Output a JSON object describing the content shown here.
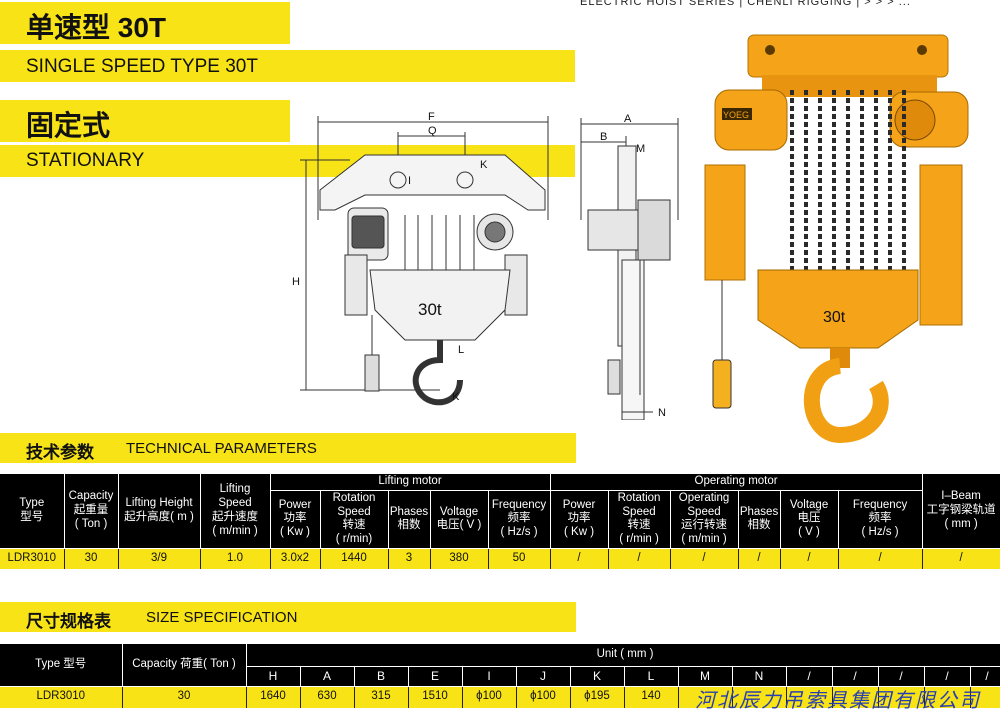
{
  "header": {
    "series_text": "ELECTRIC HOIST SERIES  |  CHENLI RIGGING  |  >  >  >  ..."
  },
  "title": {
    "cn": "单速型 30T",
    "en": "SINGLE SPEED TYPE 30T",
    "mount_cn": "固定式",
    "mount_en": "STATIONARY"
  },
  "drawing": {
    "front_labels": {
      "F": "F",
      "Q": "Q",
      "I": "I",
      "K": "K",
      "H": "H",
      "L": "L",
      "capacity": "30t"
    },
    "side_labels": {
      "A": "A",
      "B": "B",
      "M": "M",
      "N": "N"
    }
  },
  "photo": {
    "brand": "YOEG",
    "capacity": "30t"
  },
  "tech_params": {
    "title_cn": "技术参数",
    "title_en": "TECHNICAL PARAMETERS",
    "group_lifting": "Lifting motor",
    "group_operating": "Operating motor",
    "headers": {
      "type": [
        "Type",
        "型号"
      ],
      "capacity": [
        "Capacity",
        "起重量",
        "( Ton )"
      ],
      "lift_height": [
        "Lifting Height",
        "起升高度( m )"
      ],
      "lift_speed": [
        "Lifting",
        "Speed",
        "起升速度",
        "( m/min )"
      ],
      "lm_power": [
        "Power",
        "功率",
        "( Kw )"
      ],
      "lm_rotation": [
        "Rotation",
        "Speed",
        "转速",
        "( r/min)"
      ],
      "lm_phases": [
        "Phases",
        "相数"
      ],
      "lm_voltage": [
        "Voltage",
        "电压( V )"
      ],
      "lm_frequency": [
        "Frequency",
        "频率",
        "( Hz/s )"
      ],
      "om_power": [
        "Power",
        "功率",
        "( Kw )"
      ],
      "om_rotation": [
        "Rotation",
        "Speed",
        "转速",
        "( r/min )"
      ],
      "om_speed": [
        "Operating",
        "Speed",
        "运行转速",
        "( m/min )"
      ],
      "om_phases": [
        "Phases",
        "相数"
      ],
      "om_voltage": [
        "Voltage",
        "电压",
        "( V )"
      ],
      "om_frequency": [
        "Frequency",
        "频率",
        "( Hz/s )"
      ],
      "ibeam": [
        "I–Beam",
        "工字钢梁轨道",
        "( mm )"
      ]
    },
    "row": [
      "LDR3010",
      "30",
      "3/9",
      "1.0",
      "3.0x2",
      "1440",
      "3",
      "380",
      "50",
      "/",
      "/",
      "/",
      "/",
      "/",
      "/",
      "/"
    ]
  },
  "size_spec": {
    "title_cn": "尺寸规格表",
    "title_en": "SIZE SPECIFICATION",
    "type_header": "Type  型号",
    "capacity_header": "Capacity  荷重( Ton )",
    "unit_header": "Unit ( mm )",
    "columns": [
      "H",
      "A",
      "B",
      "E",
      "I",
      "J",
      "K",
      "L",
      "M",
      "N",
      "/",
      "/",
      "/",
      "/",
      "/"
    ],
    "row_type": "LDR3010",
    "row_capacity": "30",
    "row_values": [
      "1640",
      "630",
      "315",
      "1510",
      "ϕ100",
      "ϕ100",
      "ϕ195",
      "140",
      "",
      "",
      "",
      "",
      "",
      "",
      ""
    ]
  },
  "watermark": "河北辰力吊索具集团有限公司",
  "colors": {
    "accent": "#f7e316",
    "header_bg": "#000000",
    "hoist_orange": "#f5a318",
    "watermark": "#2a3fb0"
  }
}
